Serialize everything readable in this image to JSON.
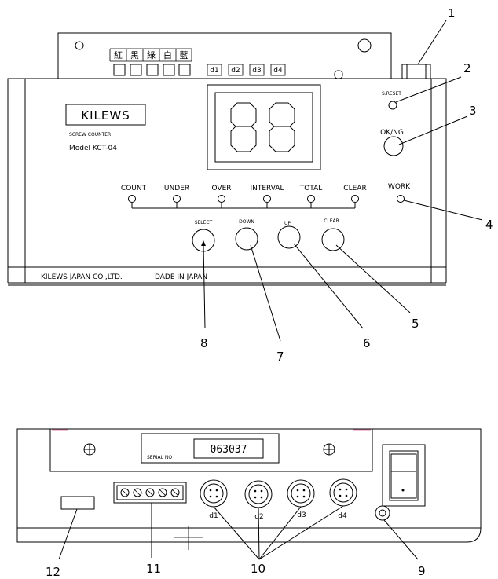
{
  "front": {
    "wire_colors": [
      "紅",
      "黑",
      "綠",
      "白",
      "藍"
    ],
    "channels": [
      "d1",
      "d2",
      "d3",
      "d4"
    ],
    "brand": "KILEWS",
    "subtitle": "SCREW COUNTER",
    "model": "Model KCT-04",
    "display_digits": "88",
    "reset_label": "S.RESET",
    "okng_label": "OK/NG",
    "indicators": [
      "COUNT",
      "UNDER",
      "OVER",
      "INTERVAL",
      "TOTAL",
      "CLEAR",
      "WORK"
    ],
    "buttons": [
      "SELECT",
      "DOWN",
      "UP",
      "CLEAR"
    ],
    "maker": "KILEWS JAPAN CO.,LTD.",
    "made_in": "DADE IN JAPAN"
  },
  "back": {
    "serial_label": "SERIAL NO",
    "serial_value": "063037",
    "ports": [
      "d1",
      "d2",
      "d3",
      "d4"
    ]
  },
  "callouts": [
    "1",
    "2",
    "3",
    "4",
    "5",
    "6",
    "7",
    "8",
    "9",
    "10",
    "11",
    "12"
  ]
}
